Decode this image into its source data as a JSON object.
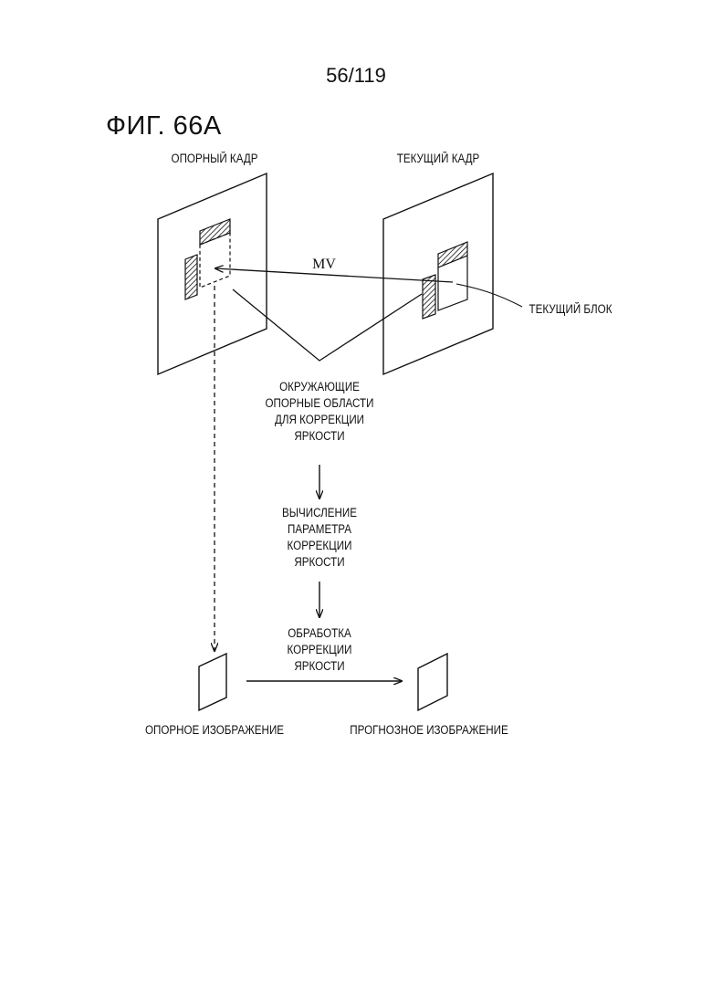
{
  "page_number": "56/119",
  "figure_title": "ФИГ. 66А",
  "labels": {
    "reference_frame": "ОПОРНЫЙ КАДР",
    "current_frame": "ТЕКУЩИЙ КАДР",
    "motion_vector": "MV",
    "current_block": "ТЕКУЩИЙ БЛОК",
    "reference_image": "ОПОРНОЕ ИЗОБРАЖЕНИЕ",
    "prediction_image": "ПРОГНОЗНОЕ ИЗОБРАЖЕНИЕ"
  },
  "steps": [
    "ОКРУЖАЮЩИЕ\nОПОРНЫЕ ОБЛАСТИ\nДЛЯ КОРРЕКЦИИ\nЯРКОСТИ",
    "ВЫЧИСЛЕНИЕ\nПАРАМЕТРА\nКОРРЕКЦИИ\nЯРКОСТИ",
    "ОБРАБОТКА\nКОРРЕКЦИИ\nЯРКОСТИ"
  ]
}
